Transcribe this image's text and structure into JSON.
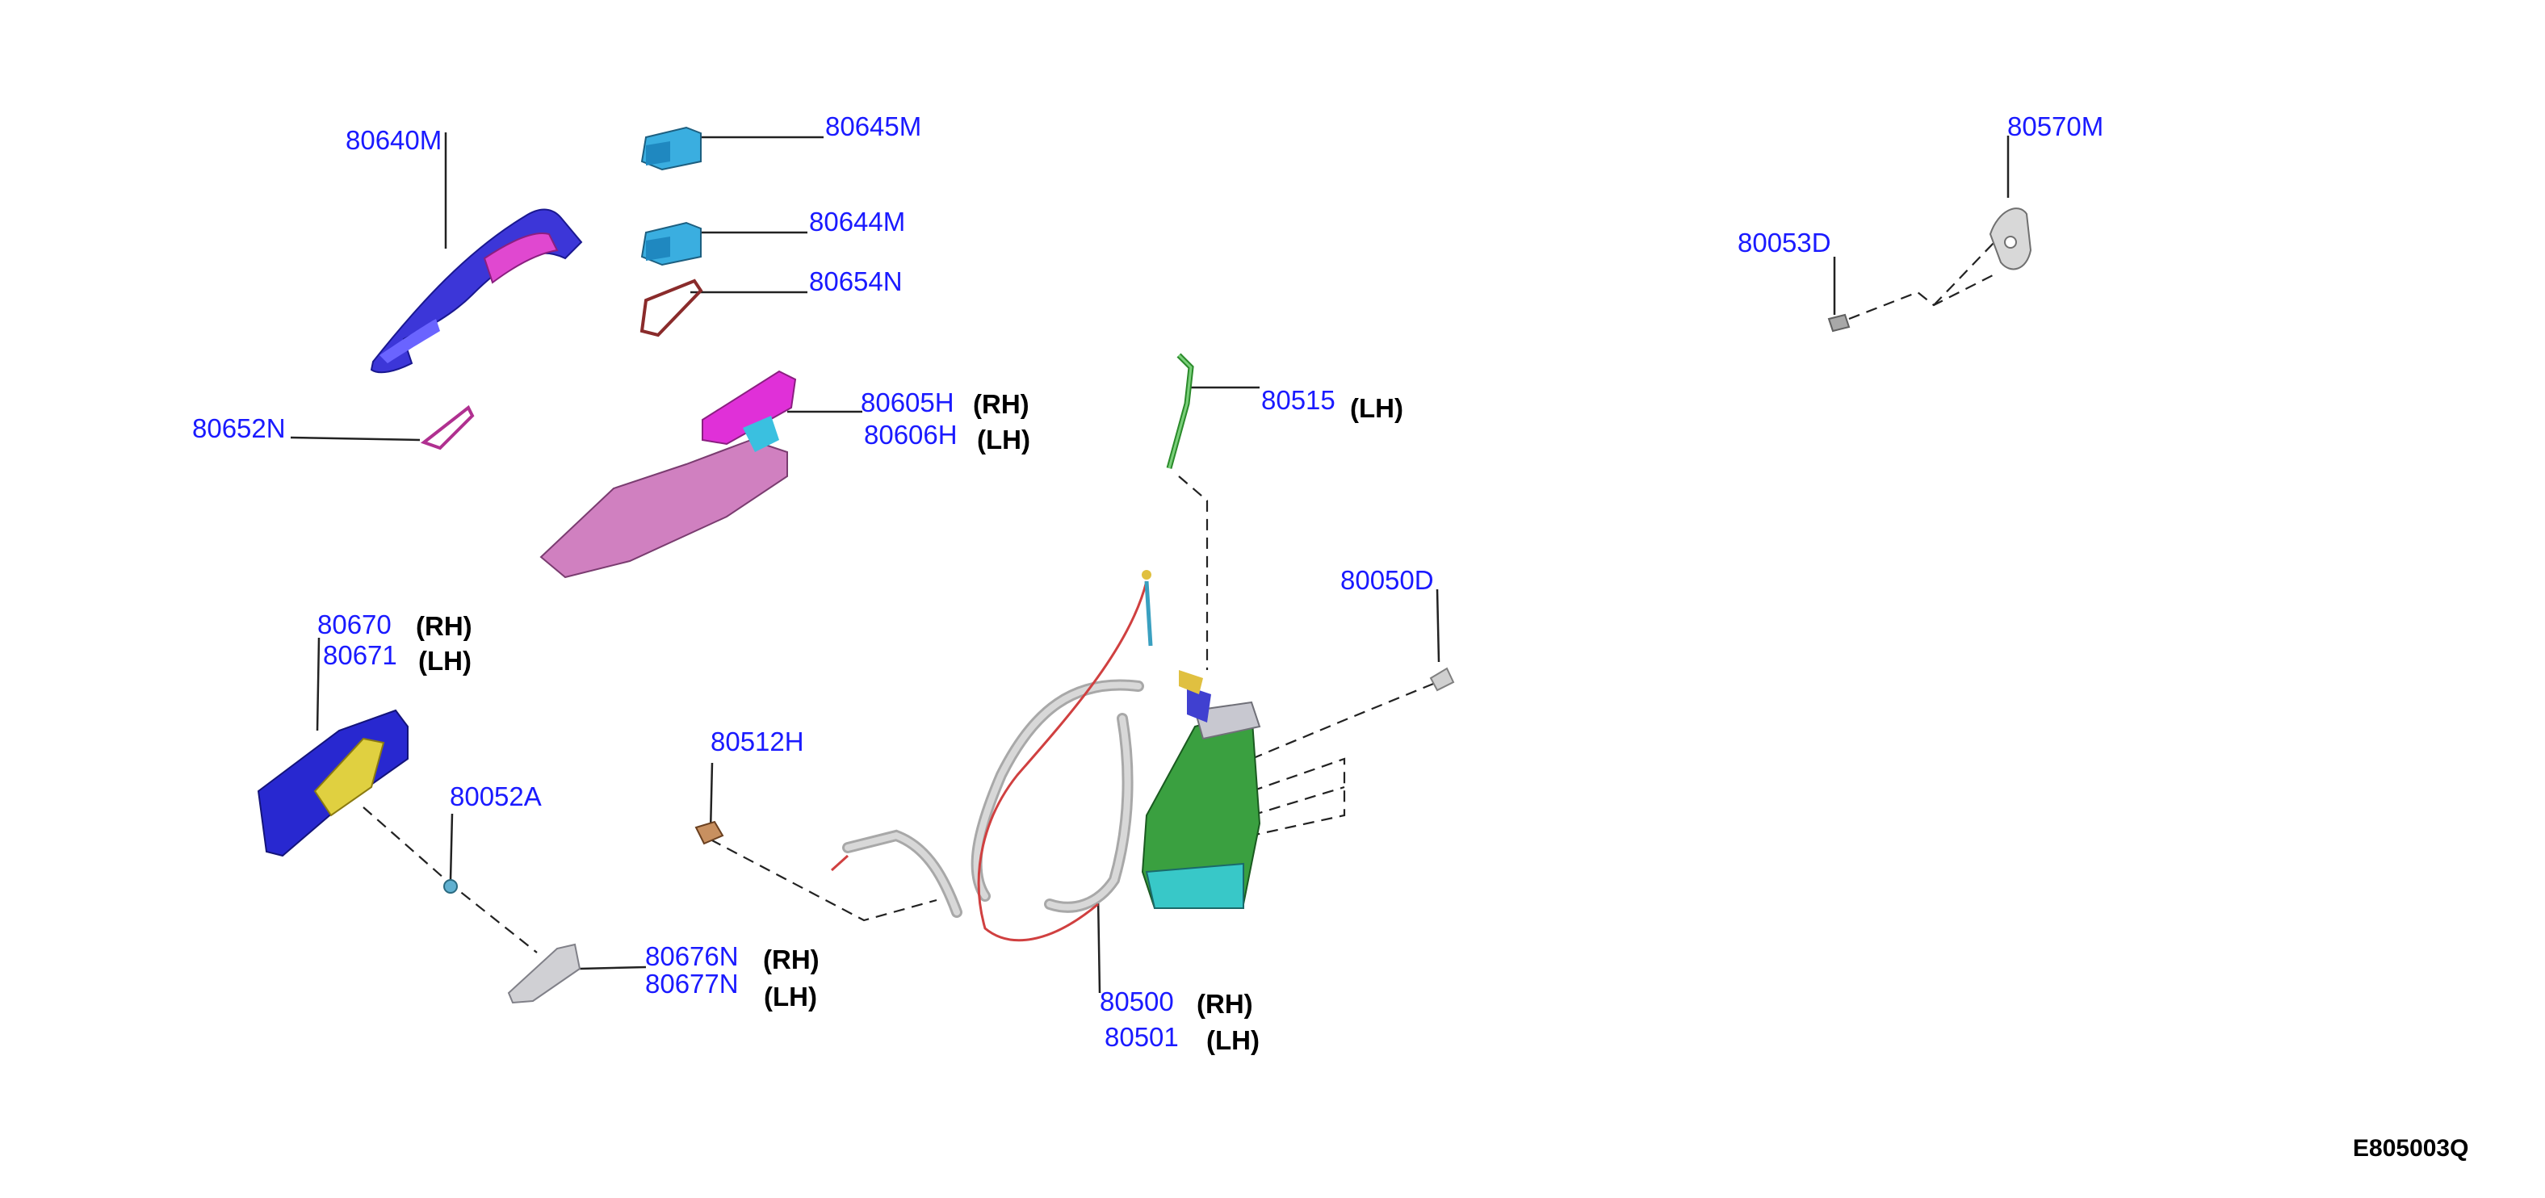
{
  "diagram_code": "E805003Q",
  "colors": {
    "part_number": "#1a1aff",
    "side_text": "#000000",
    "leader_line": "#222222"
  },
  "parts": [
    {
      "number": "80640M",
      "side": ""
    },
    {
      "number": "80645M",
      "side": ""
    },
    {
      "number": "80644M",
      "side": ""
    },
    {
      "number": "80654N",
      "side": ""
    },
    {
      "number": "80652N",
      "side": ""
    },
    {
      "number": "80605H",
      "side": "(RH)"
    },
    {
      "number": "80606H",
      "side": "(LH)"
    },
    {
      "number": "80670",
      "side": "(RH)"
    },
    {
      "number": "80671",
      "side": "(LH)"
    },
    {
      "number": "80052A",
      "side": ""
    },
    {
      "number": "80512H",
      "side": ""
    },
    {
      "number": "80676N",
      "side": "(RH)"
    },
    {
      "number": "80677N",
      "side": "(LH)"
    },
    {
      "number": "80515",
      "side": "(LH)"
    },
    {
      "number": "80050D",
      "side": ""
    },
    {
      "number": "80500",
      "side": "(RH)"
    },
    {
      "number": "80501",
      "side": "(LH)"
    },
    {
      "number": "80570M",
      "side": ""
    },
    {
      "number": "80053D",
      "side": ""
    }
  ]
}
